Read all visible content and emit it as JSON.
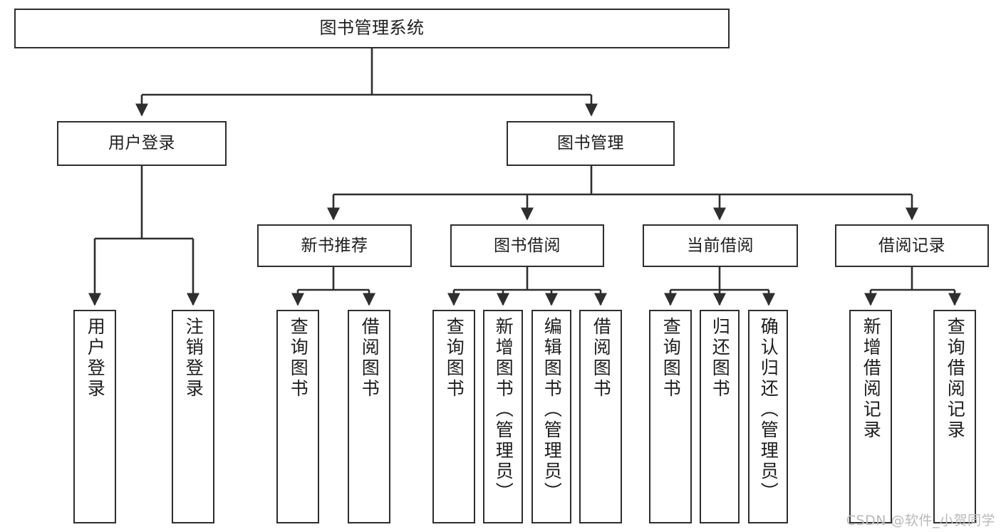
{
  "diagram": {
    "title": "图书管理系统",
    "type": "tree-hierarchy",
    "watermark": "CSDN @软件_小贺同学",
    "colors": {
      "box_border": "#2e2e2e",
      "box_fill": "#ffffff",
      "connector": "#2e2e2e",
      "text": "#1d1d1d",
      "watermark": "#b9b9b9"
    },
    "levels": {
      "root": {
        "label": "图书管理系统"
      },
      "level2": [
        {
          "label": "用户登录"
        },
        {
          "label": "图书管理"
        }
      ],
      "level3": [
        {
          "label": "新书推荐"
        },
        {
          "label": "图书借阅"
        },
        {
          "label": "当前借阅"
        },
        {
          "label": "借阅记录"
        }
      ],
      "leaves": [
        {
          "label": "用户登录",
          "parent": "用户登录"
        },
        {
          "label": "注销登录",
          "parent": "用户登录"
        },
        {
          "label": "查询图书",
          "parent": "新书推荐"
        },
        {
          "label": "借阅图书",
          "parent": "新书推荐"
        },
        {
          "label": "查询图书",
          "parent": "图书借阅"
        },
        {
          "label": "新增图书（管理员）",
          "parent": "图书借阅"
        },
        {
          "label": "编辑图书（管理员）",
          "parent": "图书借阅"
        },
        {
          "label": "借阅图书",
          "parent": "图书借阅"
        },
        {
          "label": "查询图书",
          "parent": "当前借阅"
        },
        {
          "label": "归还图书",
          "parent": "当前借阅"
        },
        {
          "label": "确认归还（管理员）",
          "parent": "当前借阅"
        },
        {
          "label": "新增借阅记录",
          "parent": "借阅记录"
        },
        {
          "label": "查询借阅记录",
          "parent": "借阅记录"
        }
      ]
    }
  }
}
